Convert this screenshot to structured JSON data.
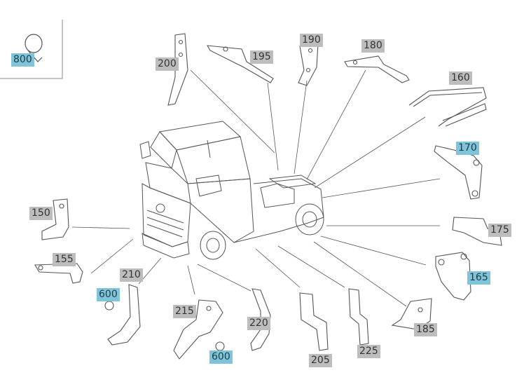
{
  "diagram": {
    "highlight_color": "#7fc4d8",
    "label_color": "#bdbdbd",
    "callouts": [
      {
        "id": "800",
        "text": "800",
        "highlight": true
      },
      {
        "id": "200",
        "text": "200",
        "highlight": false
      },
      {
        "id": "195",
        "text": "195",
        "highlight": false
      },
      {
        "id": "190",
        "text": "190",
        "highlight": false
      },
      {
        "id": "180",
        "text": "180",
        "highlight": false
      },
      {
        "id": "160",
        "text": "160",
        "highlight": false
      },
      {
        "id": "170",
        "text": "170",
        "highlight": true
      },
      {
        "id": "150",
        "text": "150",
        "highlight": false
      },
      {
        "id": "175",
        "text": "175",
        "highlight": false
      },
      {
        "id": "155",
        "text": "155",
        "highlight": false
      },
      {
        "id": "165",
        "text": "165",
        "highlight": true
      },
      {
        "id": "210",
        "text": "210",
        "highlight": false
      },
      {
        "id": "600a",
        "text": "600",
        "highlight": true
      },
      {
        "id": "215",
        "text": "215",
        "highlight": false
      },
      {
        "id": "220",
        "text": "220",
        "highlight": false
      },
      {
        "id": "185",
        "text": "185",
        "highlight": false
      },
      {
        "id": "205",
        "text": "205",
        "highlight": false
      },
      {
        "id": "225",
        "text": "225",
        "highlight": false
      },
      {
        "id": "600b",
        "text": "600",
        "highlight": true
      }
    ]
  }
}
